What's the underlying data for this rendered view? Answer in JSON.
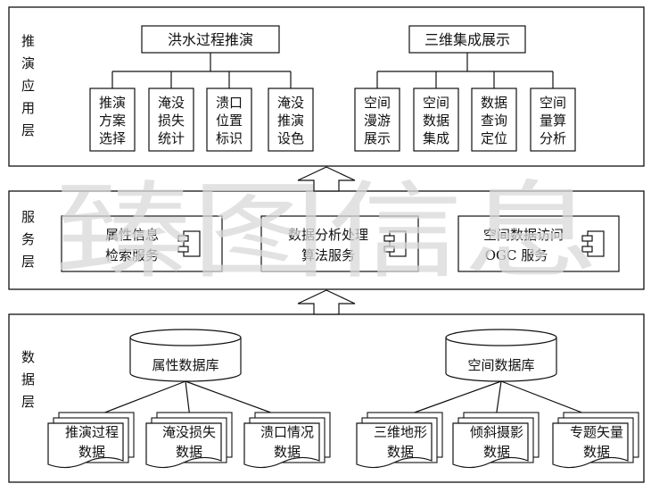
{
  "watermark": "臻图信息",
  "layers": {
    "application": {
      "label": [
        "推",
        "演",
        "应",
        "用",
        "层"
      ],
      "groups": [
        {
          "title": "洪水过程推演",
          "items": [
            [
              "推演",
              "方案",
              "选择"
            ],
            [
              "淹没",
              "损失",
              "统计"
            ],
            [
              "溃口",
              "位置",
              "标识"
            ],
            [
              "淹没",
              "推演",
              "设色"
            ]
          ]
        },
        {
          "title": "三维集成展示",
          "items": [
            [
              "空间",
              "漫游",
              "展示"
            ],
            [
              "空间",
              "数据",
              "集成"
            ],
            [
              "数据",
              "查询",
              "定位"
            ],
            [
              "空间",
              "量算",
              "分析"
            ]
          ]
        }
      ]
    },
    "service": {
      "label": [
        "服",
        "务",
        "层"
      ],
      "boxes": [
        [
          "属性信息",
          "检索服务"
        ],
        [
          "数据分析处理",
          "算法服务"
        ],
        [
          "空间数据访问",
          "OGC 服务"
        ]
      ]
    },
    "data": {
      "label": [
        "数",
        "据",
        "层"
      ],
      "databases": [
        {
          "name": "属性数据库",
          "items": [
            [
              "推演过程",
              "数据"
            ],
            [
              "淹没损失",
              "数据"
            ],
            [
              "溃口情况",
              "数据"
            ]
          ]
        },
        {
          "name": "空间数据库",
          "items": [
            [
              "三维地形",
              "数据"
            ],
            [
              "倾斜摄影",
              "数据"
            ],
            [
              "专题矢量",
              "数据"
            ]
          ]
        }
      ]
    }
  },
  "colors": {
    "line": "#111111",
    "fill": "#ffffff",
    "watermark": "#d9d9d9"
  }
}
